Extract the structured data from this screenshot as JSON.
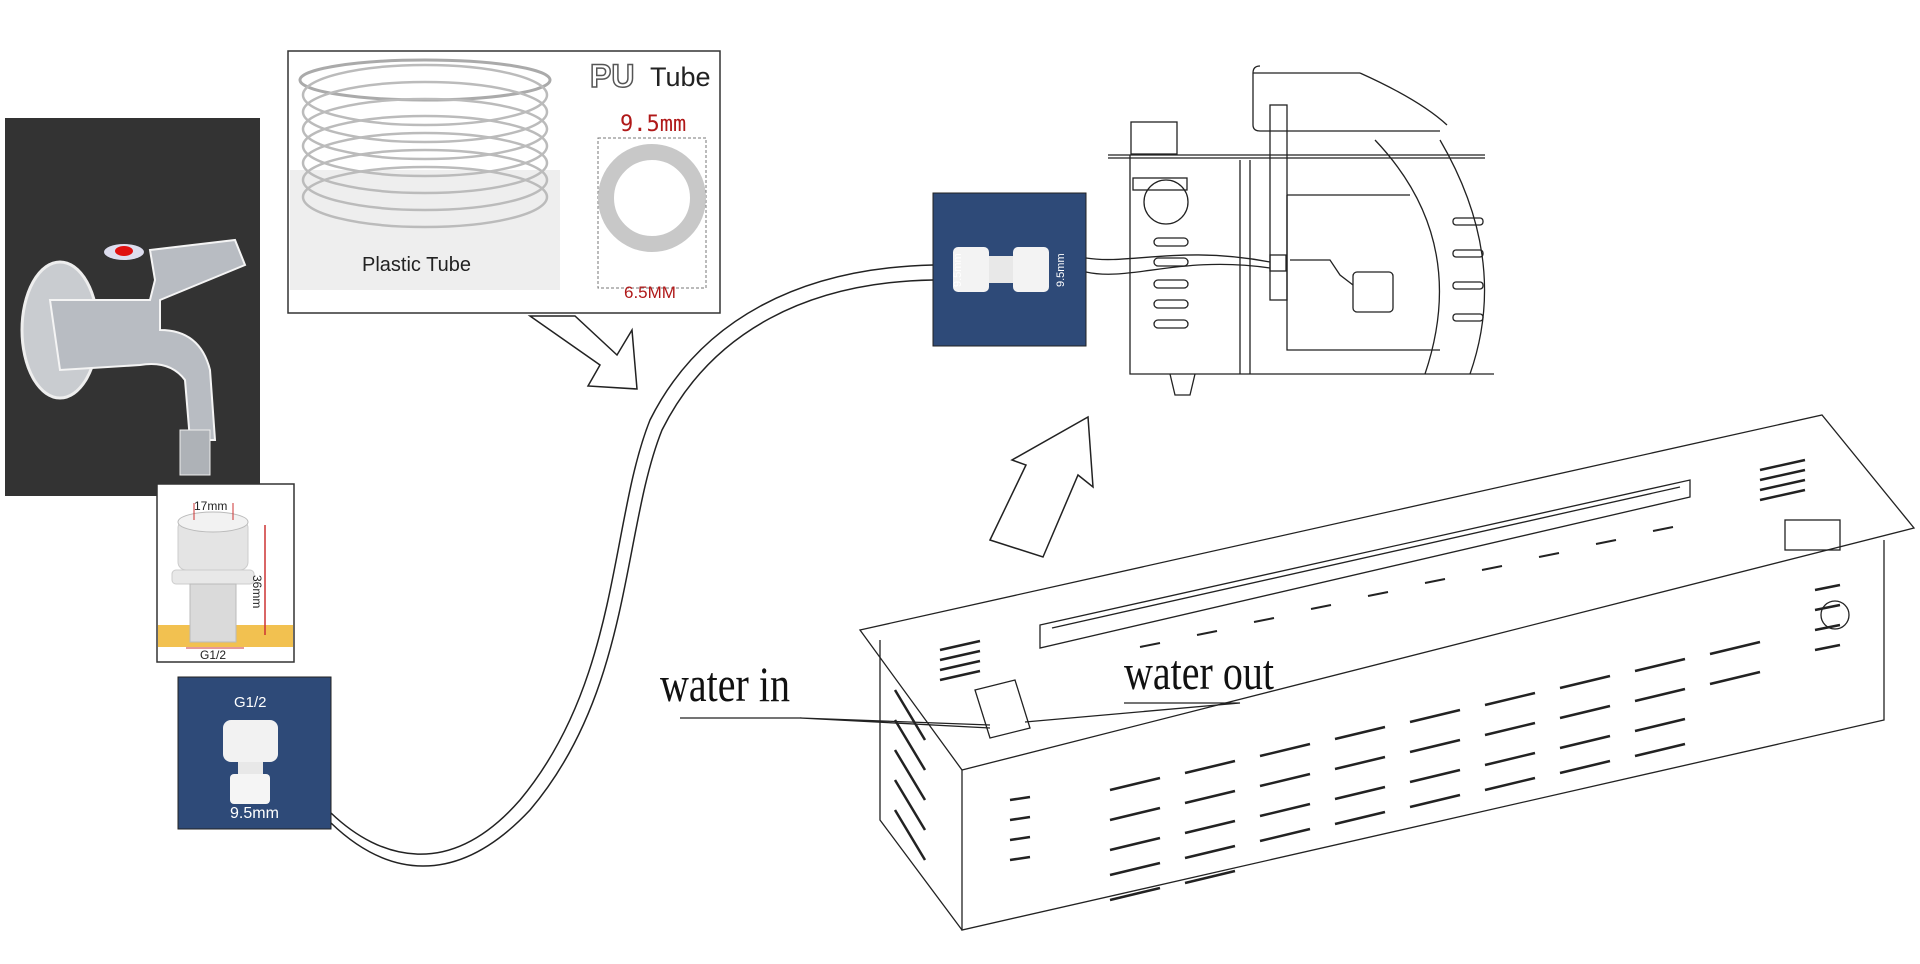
{
  "pu_tube": {
    "brand": "PU",
    "title": "Tube",
    "outer_diameter": "9.5mm",
    "inner_diameter": "6.5MM",
    "caption": "Plastic Tube"
  },
  "faucet_fitting": {
    "width_label": "17mm",
    "height_label": "36mm",
    "thread_label": "G1/2"
  },
  "adapter": {
    "thread_label": "G1/2",
    "size_label": "9.5mm"
  },
  "connector": {
    "left_label": "9.5mm",
    "right_label": "9.5mm"
  },
  "callouts": {
    "water_in": "water in",
    "water_out": "water out"
  },
  "colors": {
    "navy_panel": "#2e4a78",
    "dark_panel": "#333333",
    "size_red": "#b01818",
    "handle_red": "#e01010",
    "fitting_yellow": "#f2c150"
  }
}
